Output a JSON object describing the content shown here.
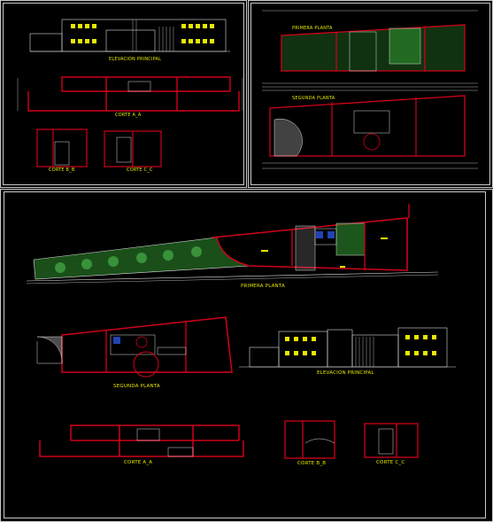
{
  "labels": {
    "elevacion_principal_small": "ELEVACION PRINCIPAL",
    "cortes_small": "CORTE A_A",
    "corte_b_small": "CORTE B_B",
    "corte_c_small": "CORTE C_C",
    "segunda_planta_small": "SEGUNDA PLANTA",
    "primera_planta_small": "PRIMERA PLANTA",
    "primera_planta": "PRIMERA PLANTA",
    "segunda_planta": "SEGUNDA PLANTA",
    "elevacion_principal": "ELEVACION PRINCIPAL",
    "corte_a": "CORTE A_A",
    "corte_b": "CORTE B_B",
    "corte_c": "CORTE C_C"
  },
  "colors": {
    "background": "#000000",
    "frame": "#c9c9c9",
    "wall": "#d0001a",
    "label": "#e8e800",
    "green": "#2f8f2f",
    "line": "#dcdcdc"
  }
}
